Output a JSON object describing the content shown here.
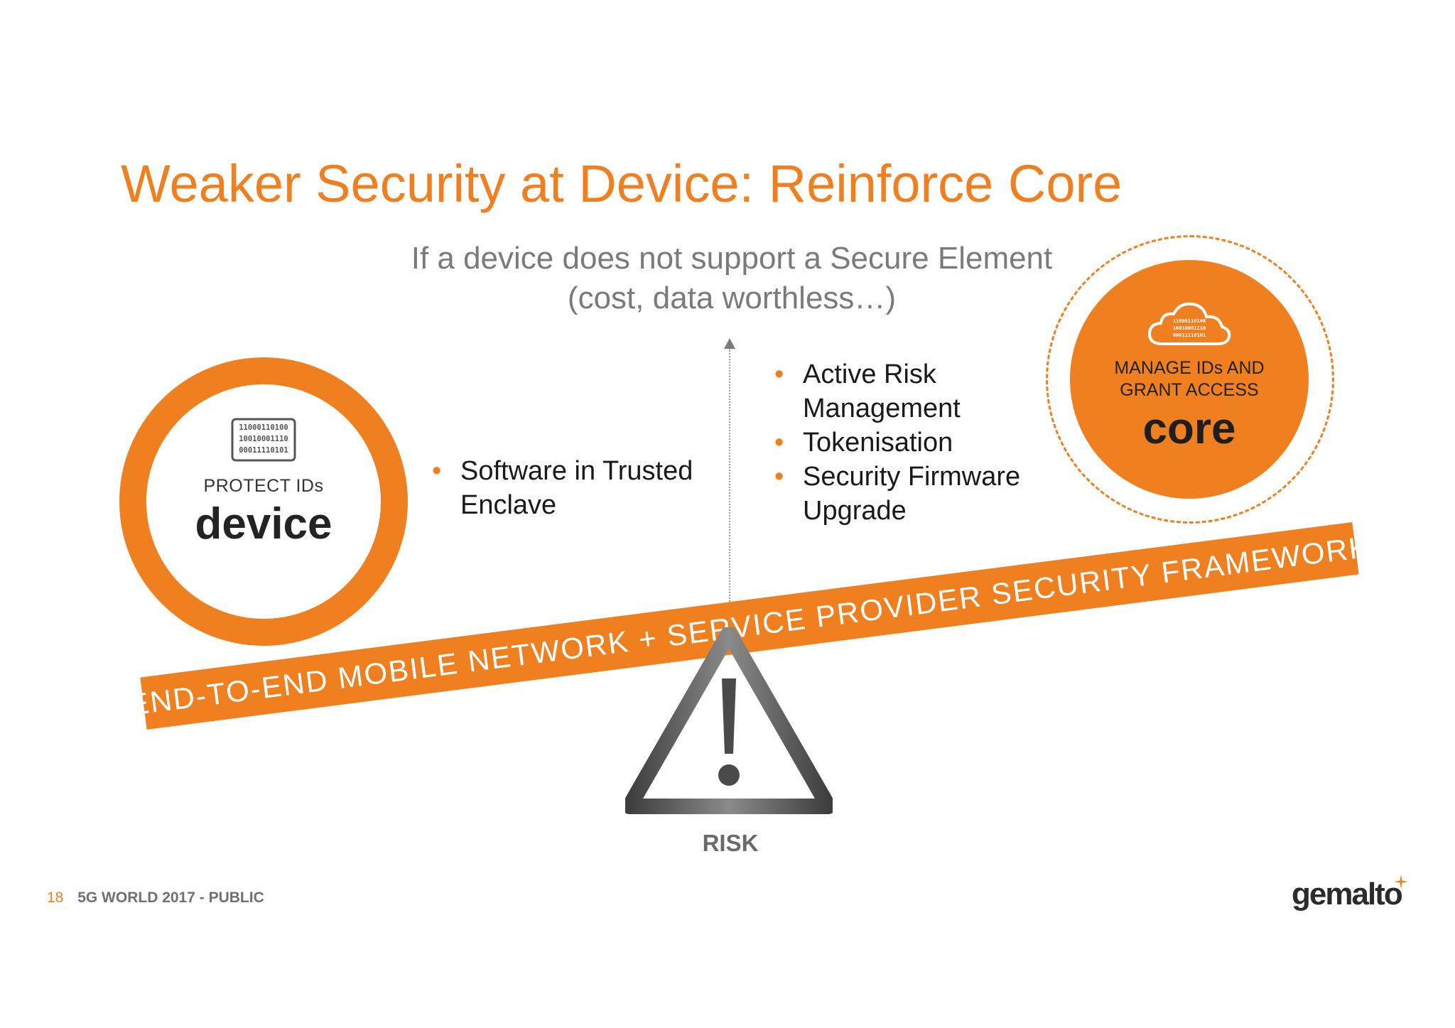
{
  "slide": {
    "title": "Weaker Security at Device: Reinforce Core",
    "subtitle_lines": [
      "If a device does not support a Secure Element",
      "(cost, data worthless…)"
    ]
  },
  "device": {
    "label": "PROTECT IDs",
    "word": "device",
    "icon": "binary-chip-icon",
    "binary_lines": [
      "11000110100",
      "10010001110",
      "00011110101"
    ]
  },
  "core": {
    "label_lines": [
      "MANAGE IDs AND",
      "GRANT ACCESS"
    ],
    "word": "core",
    "icon": "binary-cloud-icon",
    "binary_lines": [
      "11000110100",
      "10010001110",
      "00011110101"
    ]
  },
  "mid_bullets": {
    "item": "Software in Trusted Enclave"
  },
  "right_bullets": {
    "items": [
      "Active Risk Management",
      "Tokenisation",
      "Security Firmware Upgrade"
    ]
  },
  "banner": {
    "text": "END-TO-END MOBILE NETWORK + SERVICE PROVIDER SECURITY FRAMEWORK"
  },
  "risk": {
    "label": "RISK",
    "icon": "warning-triangle-icon"
  },
  "footer": {
    "page_number": "18",
    "text": "5G WORLD 2017 - PUBLIC"
  },
  "logo": {
    "text": "gemalto",
    "icon": "star-cross-icon"
  },
  "colors": {
    "accent": "#f0801f",
    "grey_text": "#7a7a7a",
    "dark_text": "#232323",
    "warning_dark": "#4a4a4a"
  }
}
